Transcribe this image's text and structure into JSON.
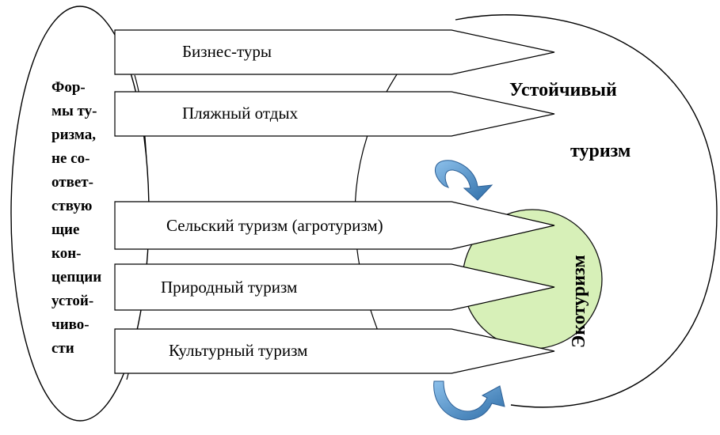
{
  "diagram": {
    "left_label_lines": [
      "Фор-",
      "мы ту-",
      "ризма,",
      "не со-",
      "ответ-",
      "ствую",
      "щие",
      "кон-",
      "цепции",
      "устой-",
      "чиво-",
      "сти"
    ],
    "sustainable_line1": "Устойчивый",
    "sustainable_line2": "туризм",
    "eco_label": "Экотуризм",
    "arrows": [
      {
        "label": "Бизнес-туры"
      },
      {
        "label": "Пляжный отдых"
      },
      {
        "label": "Сельский туризм (агротуризм)"
      },
      {
        "label": "Природный туризм"
      },
      {
        "label": "Культурный туризм"
      }
    ],
    "colors": {
      "eco_fill": "#d7f0b8",
      "eco_stroke": "#111111",
      "cycle_arrow": "#4f8fc8",
      "cycle_arrow_dark": "#2c5f95",
      "outline": "#000000"
    }
  }
}
